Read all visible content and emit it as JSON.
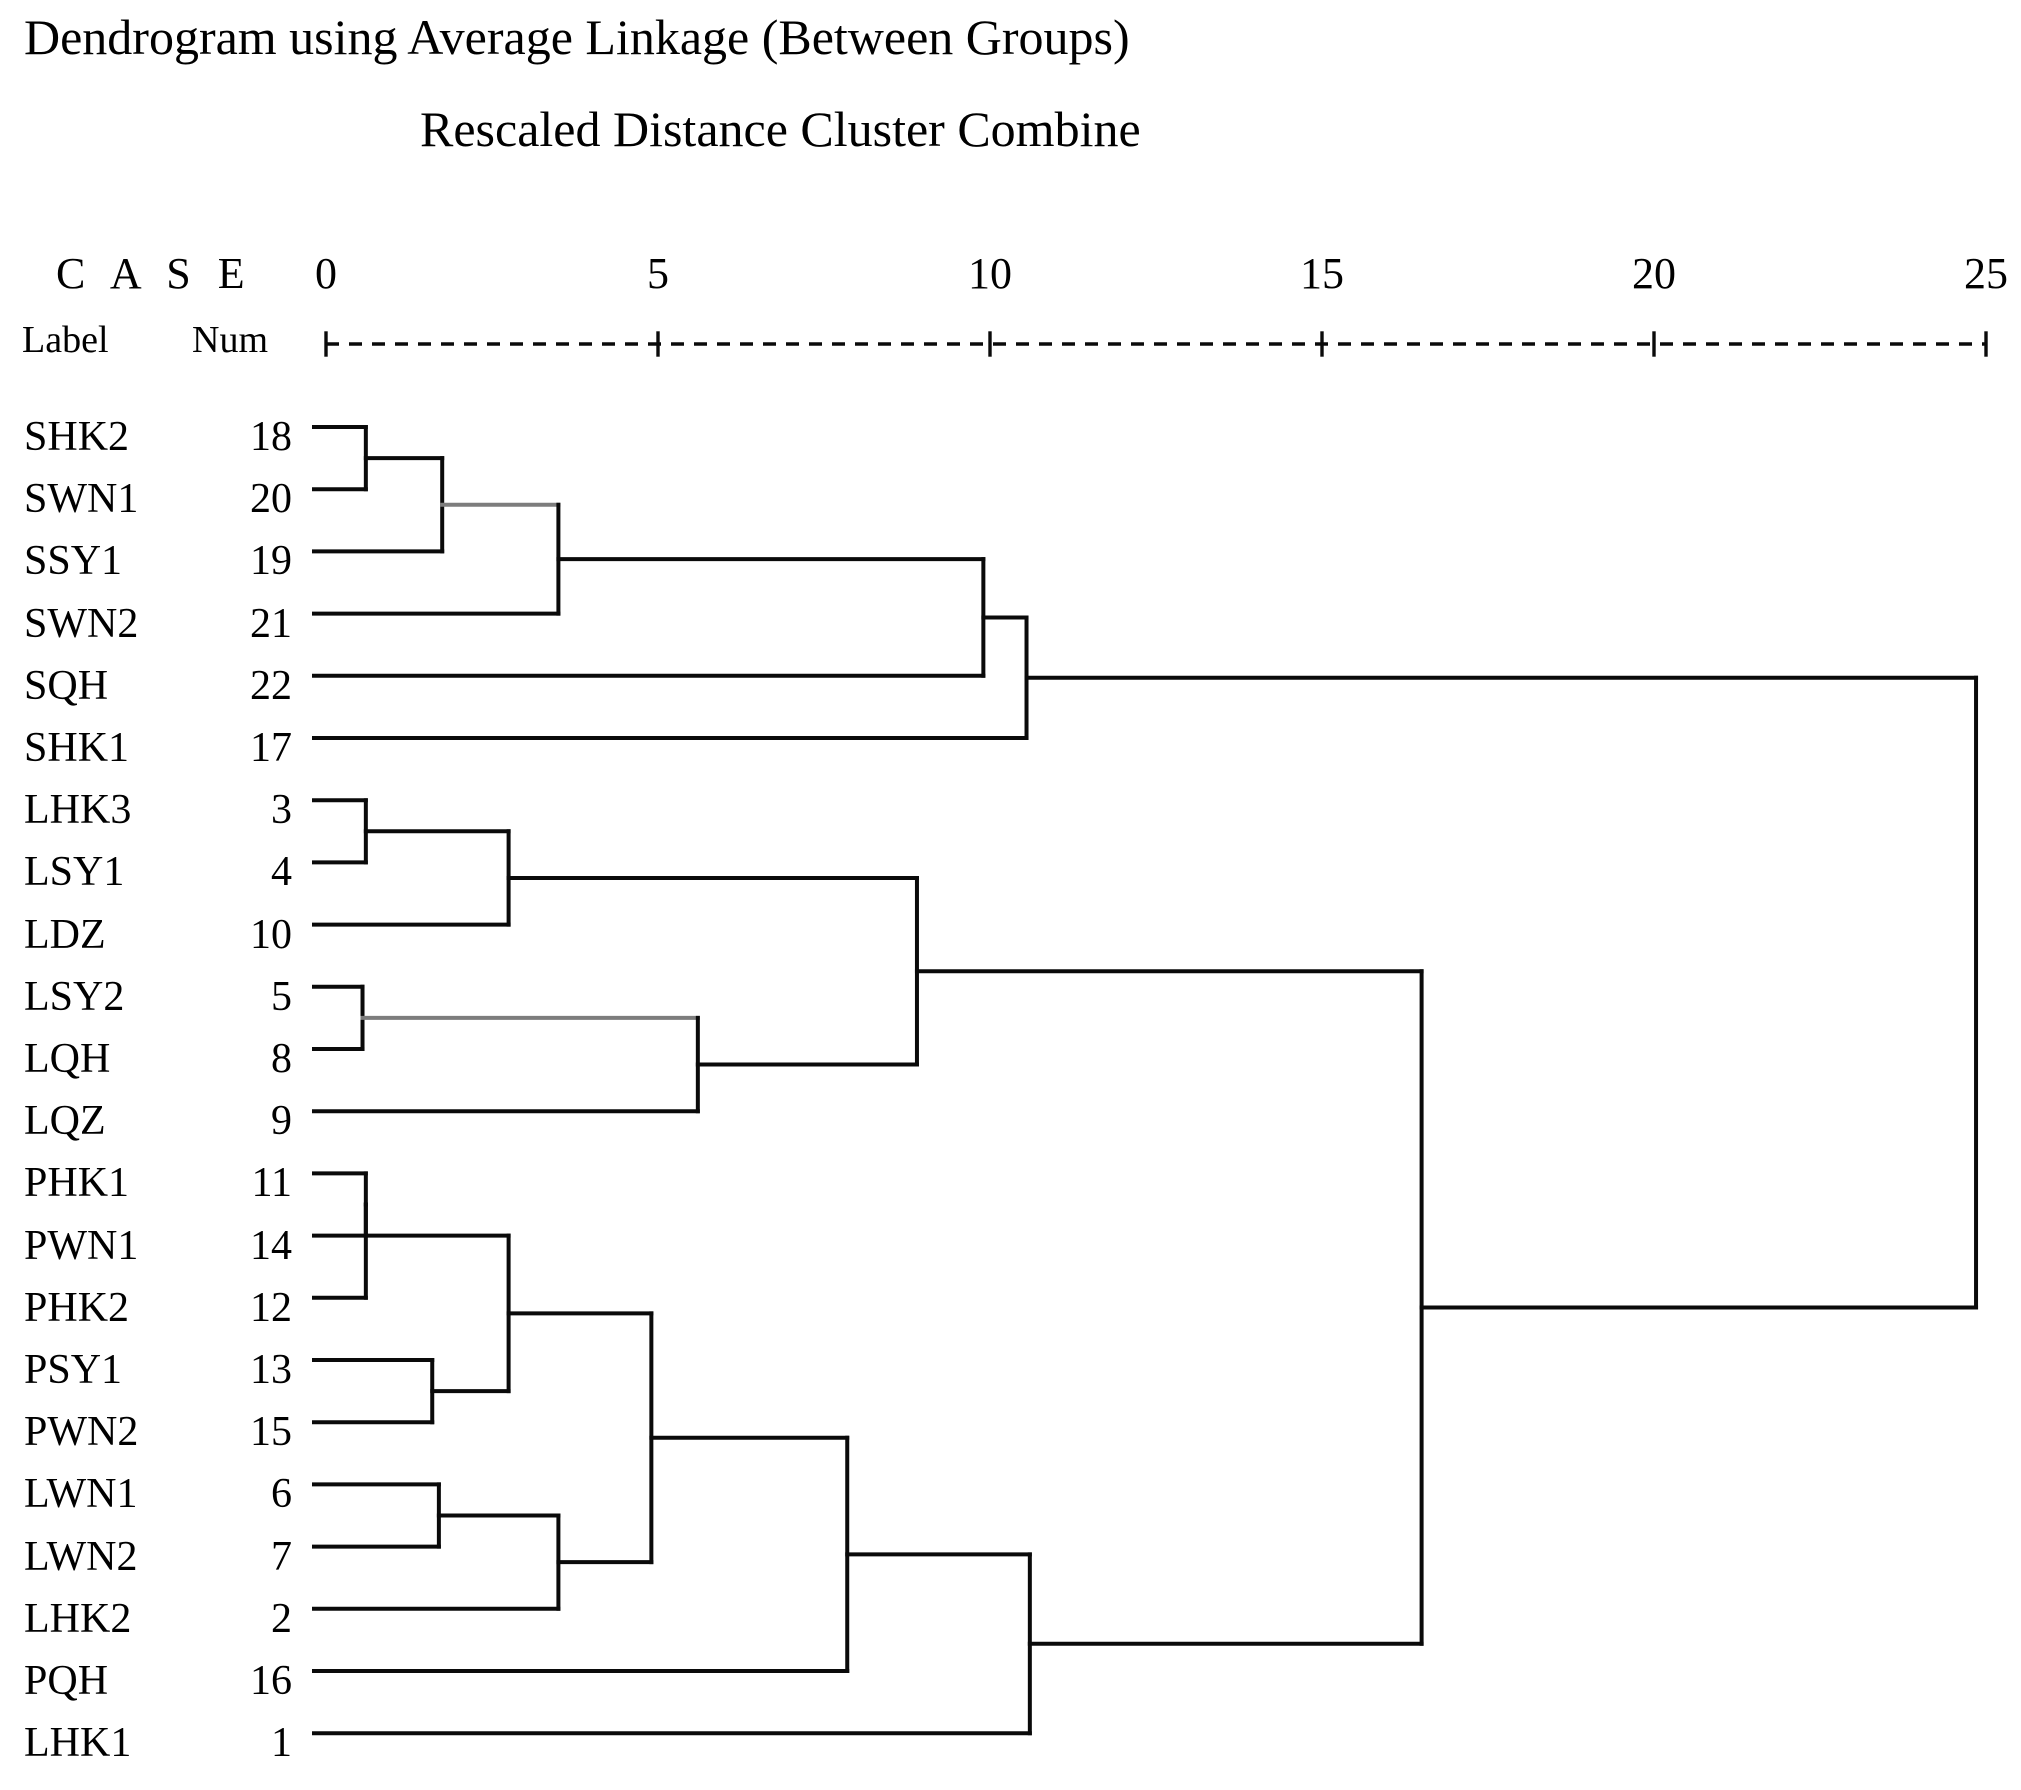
{
  "title": "Dendrogram using Average Linkage (Between Groups)",
  "subtitle": "Rescaled Distance Cluster Combine",
  "header": {
    "case": "C A S E",
    "label_col": "Label",
    "num_col": "Num"
  },
  "colors": {
    "background": "#ffffff",
    "text": "#000000",
    "line": "#0a0a0a",
    "gray_line": "#7d7d7d"
  },
  "chart_data": {
    "type": "dendrogram",
    "orientation": "horizontal",
    "title": "Dendrogram using Average Linkage (Between Groups)",
    "subtitle": "Rescaled Distance Cluster Combine",
    "axis": {
      "name": "Rescaled Distance Cluster Combine",
      "min": 0,
      "max": 25,
      "ticks": [
        0,
        5,
        10,
        15,
        20,
        25
      ]
    },
    "columns": [
      "Label",
      "Num"
    ],
    "leaves": [
      {
        "label": "SHK2",
        "num": 18
      },
      {
        "label": "SWN1",
        "num": 20
      },
      {
        "label": "SSY1",
        "num": 19
      },
      {
        "label": "SWN2",
        "num": 21
      },
      {
        "label": "SQH",
        "num": 22
      },
      {
        "label": "SHK1",
        "num": 17
      },
      {
        "label": "LHK3",
        "num": 3
      },
      {
        "label": "LSY1",
        "num": 4
      },
      {
        "label": "LDZ",
        "num": 10
      },
      {
        "label": "LSY2",
        "num": 5
      },
      {
        "label": "LQH",
        "num": 8
      },
      {
        "label": "LQZ",
        "num": 9
      },
      {
        "label": "PHK1",
        "num": 11
      },
      {
        "label": "PWN1",
        "num": 14
      },
      {
        "label": "PHK2",
        "num": 12
      },
      {
        "label": "PSY1",
        "num": 13
      },
      {
        "label": "PWN2",
        "num": 15
      },
      {
        "label": "LWN1",
        "num": 6
      },
      {
        "label": "LWN2",
        "num": 7
      },
      {
        "label": "LHK2",
        "num": 2
      },
      {
        "label": "PQH",
        "num": 16
      },
      {
        "label": "LHK1",
        "num": 1
      }
    ],
    "merges": [
      {
        "id": "M1",
        "children": [
          "SHK2",
          "SWN1"
        ],
        "distance": 0.6
      },
      {
        "id": "M2",
        "children": [
          "M1",
          "SSY1"
        ],
        "distance": 1.75,
        "gray_continuation": true
      },
      {
        "id": "M3",
        "children": [
          "M2",
          "SWN2"
        ],
        "distance": 3.5
      },
      {
        "id": "M4",
        "children": [
          "M3",
          "SQH"
        ],
        "distance": 9.9
      },
      {
        "id": "M5",
        "children": [
          "M4",
          "SHK1"
        ],
        "distance": 10.55
      },
      {
        "id": "M6",
        "children": [
          "LHK3",
          "LSY1"
        ],
        "distance": 0.6
      },
      {
        "id": "M7",
        "children": [
          "M6",
          "LDZ"
        ],
        "distance": 2.75
      },
      {
        "id": "M8",
        "children": [
          "LSY2",
          "LQH"
        ],
        "distance": 0.55,
        "gray_continuation": true
      },
      {
        "id": "M9",
        "children": [
          "M8",
          "LQZ"
        ],
        "distance": 5.6
      },
      {
        "id": "M10",
        "children": [
          "M7",
          "M9"
        ],
        "distance": 8.9
      },
      {
        "id": "M11",
        "children": [
          "PHK1",
          "PWN1"
        ],
        "distance": 0.6
      },
      {
        "id": "M12",
        "children": [
          "M11",
          "PHK2"
        ],
        "distance": 0.6,
        "cont_row": "PWN1"
      },
      {
        "id": "M13",
        "children": [
          "PSY1",
          "PWN2"
        ],
        "distance": 1.6
      },
      {
        "id": "M14",
        "children": [
          "M12",
          "M13"
        ],
        "distance": 2.75
      },
      {
        "id": "M15",
        "children": [
          "LWN1",
          "LWN2"
        ],
        "distance": 1.7
      },
      {
        "id": "M16",
        "children": [
          "M15",
          "LHK2"
        ],
        "distance": 3.5
      },
      {
        "id": "M17",
        "children": [
          "M14",
          "M16"
        ],
        "distance": 4.9
      },
      {
        "id": "M18",
        "children": [
          "M17",
          "PQH"
        ],
        "distance": 7.85
      },
      {
        "id": "M19",
        "children": [
          "M18",
          "LHK1"
        ],
        "distance": 10.6
      },
      {
        "id": "M20",
        "children": [
          "M10",
          "M19"
        ],
        "distance": 16.5
      },
      {
        "id": "M21",
        "children": [
          "M5",
          "M20"
        ],
        "distance": 24.85
      }
    ]
  }
}
